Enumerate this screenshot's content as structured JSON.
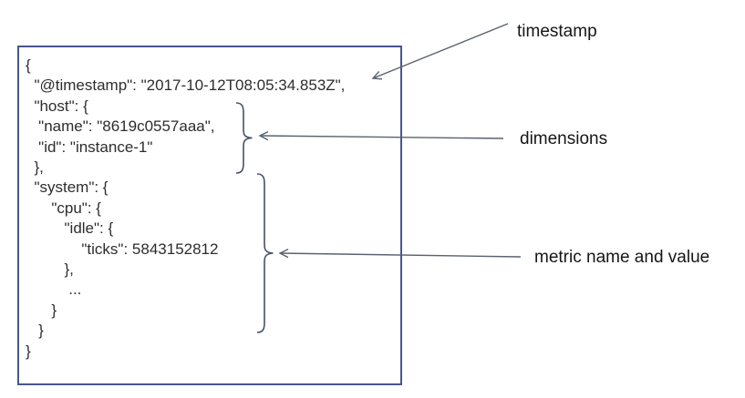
{
  "colors": {
    "box_border": "#46568e",
    "code_text": "#2d2d2d",
    "label_text": "#161616",
    "arrow": "#59626f",
    "brace": "#47506a"
  },
  "metric_document": {
    "code_lines": [
      "{",
      "  \"@timestamp\": \"2017-10-12T08:05:34.853Z\",",
      "  \"host\": {",
      "   \"name\": \"8619c0557aaa\",",
      "   \"id\": \"instance-1\"",
      "  },",
      "  \"system\": {",
      "      \"cpu\": {",
      "         \"idle\": {",
      "             \"ticks\": 5843152812",
      "         },",
      "          ...",
      "      }",
      "   }",
      "}"
    ]
  },
  "annotations": {
    "timestamp": {
      "label": "timestamp"
    },
    "dimensions": {
      "label": "dimensions"
    },
    "metric": {
      "label": "metric name and value"
    }
  }
}
